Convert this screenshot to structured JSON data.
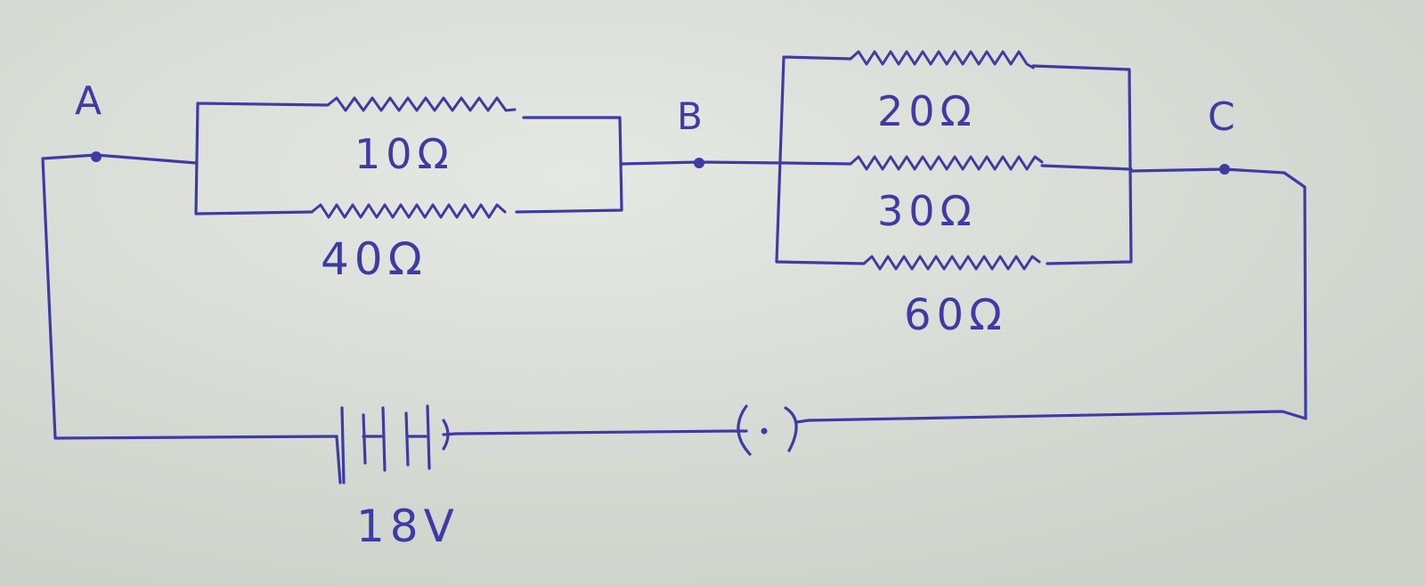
{
  "colors": {
    "paper": "#d9ddd6",
    "ink": "#3f3aa6"
  },
  "nodes": {
    "a": "A",
    "b": "B",
    "c": "C"
  },
  "resistors": {
    "r10": "10Ω",
    "r40": "40Ω",
    "r20": "20Ω",
    "r30": "30Ω",
    "r60": "60Ω"
  },
  "battery": {
    "voltage": "18V"
  },
  "key": {
    "symbol": "(•)"
  }
}
